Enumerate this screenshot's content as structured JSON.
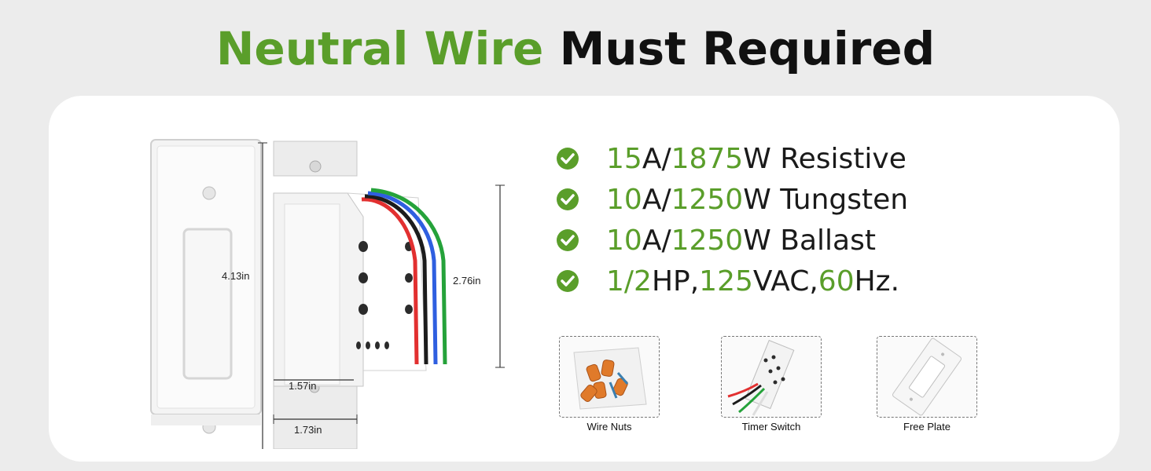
{
  "title": {
    "green_part": "Neutral Wire",
    "black_part": "Must Required"
  },
  "colors": {
    "accent_green": "#5a9e2a",
    "text_dark": "#111111",
    "background": "#ececec",
    "card": "#ffffff"
  },
  "dimensions": {
    "plate_height": "4.13in",
    "body_height": "2.76in",
    "body_depth": "1.57in",
    "bracket_width": "1.73in"
  },
  "specs": [
    {
      "icon": "check-circle-icon",
      "n1": "15",
      "u1": "A/",
      "n2": "1875",
      "u2": "W Resistive"
    },
    {
      "icon": "check-circle-icon",
      "n1": "10",
      "u1": "A/",
      "n2": "1250",
      "u2": "W Tungsten"
    },
    {
      "icon": "check-circle-icon",
      "n1": "10",
      "u1": "A/",
      "n2": "1250",
      "u2": "W Ballast"
    },
    {
      "icon": "check-circle-icon",
      "n1": "1/2",
      "u1": "HP, ",
      "n2": "125",
      "u2": "VAC, ",
      "n3": "60",
      "u3": "Hz."
    }
  ],
  "accessories": [
    {
      "label": "Wire Nuts"
    },
    {
      "label": "Timer Switch"
    },
    {
      "label": "Free Plate"
    }
  ]
}
